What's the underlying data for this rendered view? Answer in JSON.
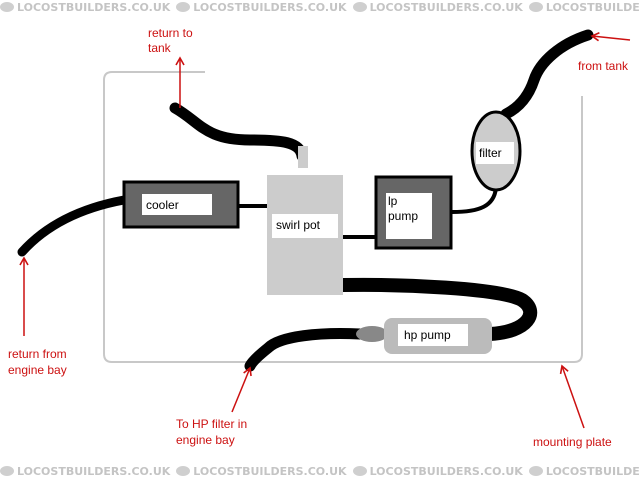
{
  "watermark": {
    "text": "LOCOSTBUILDERS.CO.UK"
  },
  "colors": {
    "arrow": "#cc1111",
    "hose": "#000000",
    "plate": "#c8c8c8",
    "component_dark": "#666666",
    "component_light": "#cccccc"
  },
  "components": {
    "cooler": "cooler",
    "swirl_pot": "swirl pot",
    "lp_pump_line1": "lp",
    "lp_pump_line2": "pump",
    "filter": "filter",
    "hp_pump": "hp pump"
  },
  "labels": {
    "return_to_tank_1": "return to",
    "return_to_tank_2": "tank",
    "from_tank": "from tank",
    "return_from_engine_1": "return from",
    "return_from_engine_2": "engine bay",
    "to_hp_filter_1": "To HP filter in",
    "to_hp_filter_2": "engine bay",
    "mounting_plate": "mounting plate"
  }
}
